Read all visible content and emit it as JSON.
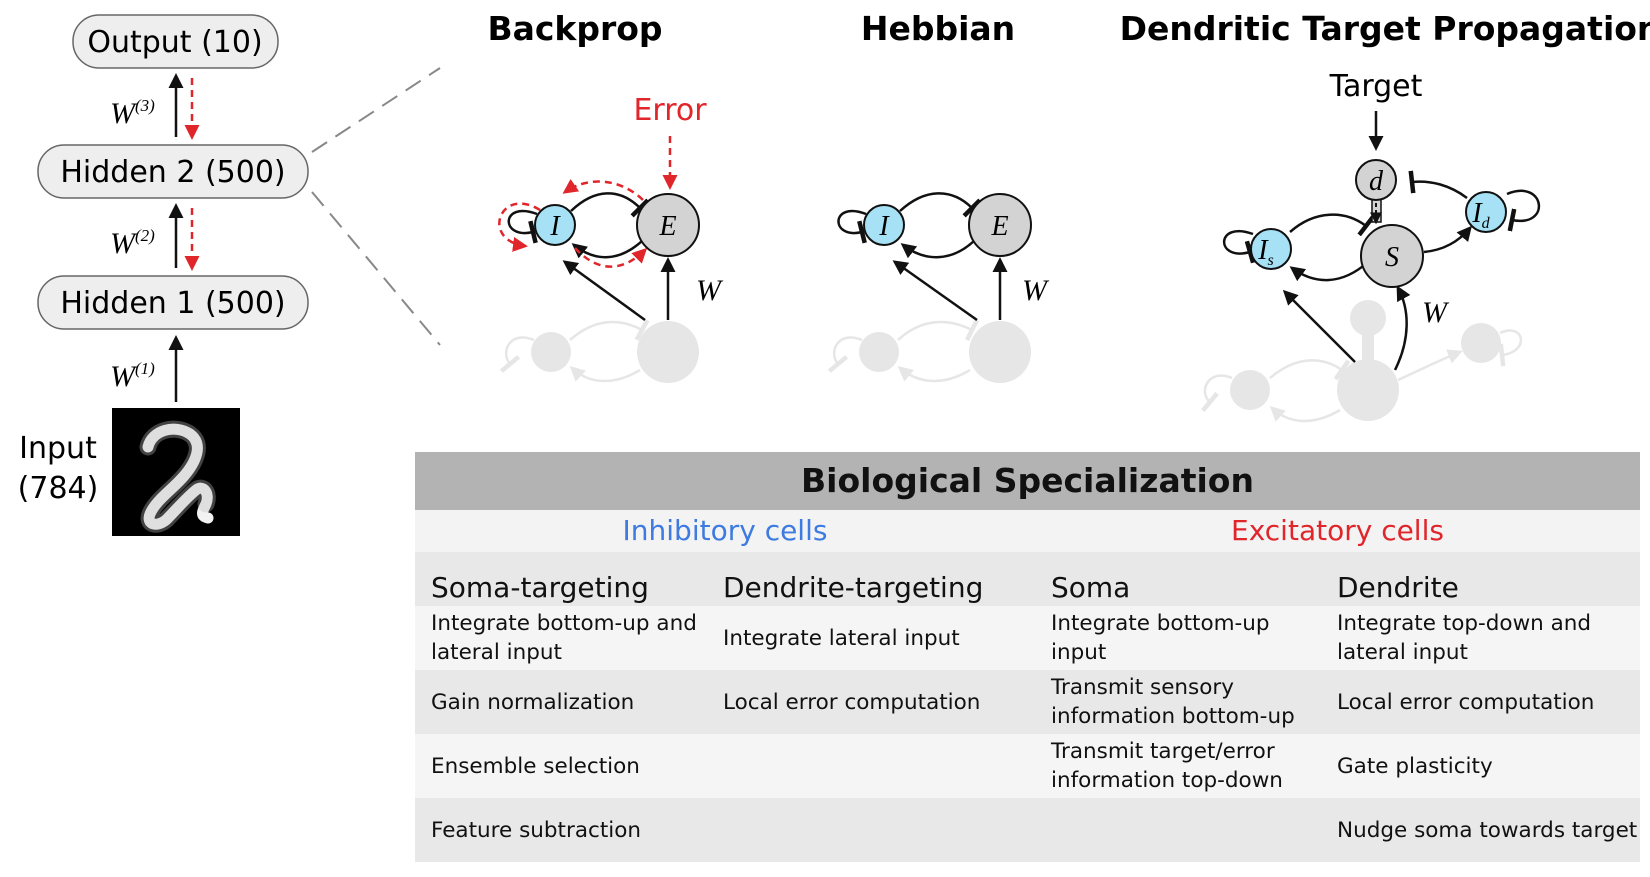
{
  "network": {
    "layers": [
      {
        "id": "output",
        "label": "Output (10)"
      },
      {
        "id": "hidden2",
        "label": "Hidden 2 (500)"
      },
      {
        "id": "hidden1",
        "label": "Hidden 1 (500)"
      }
    ],
    "input_label_line1": "Input",
    "input_label_line2": "(784)",
    "weights": [
      {
        "base": "W",
        "sup": "(3)"
      },
      {
        "base": "W",
        "sup": "(2)"
      },
      {
        "base": "W",
        "sup": "(1)"
      }
    ]
  },
  "panels": {
    "backprop": {
      "title": "Backprop",
      "error_label": "Error",
      "node_i": "I",
      "node_e": "E",
      "weight": "W"
    },
    "hebbian": {
      "title": "Hebbian",
      "node_i": "I",
      "node_e": "E",
      "weight": "W"
    },
    "dtp": {
      "title": "Dendritic Target Propagation",
      "target_label": "Target",
      "node_d": "d",
      "node_s": "S",
      "node_is_base": "I",
      "node_is_sub": "s",
      "node_id_base": "I",
      "node_id_sub": "d",
      "weight": "W"
    }
  },
  "colors": {
    "error": "#e0262b",
    "inhibitory_fill": "#a6e1f5",
    "excitatory_fill": "#d3d3d3",
    "ghost": "#e6e6e6",
    "inhibitory_text": "#3d7be0",
    "excitatory_text": "#e0262b",
    "table_header": "#b3b3b3"
  },
  "table": {
    "title": "Biological Specialization",
    "groups": {
      "inhibitory": "Inhibitory cells",
      "excitatory": "Excitatory cells"
    },
    "columns": [
      "Soma-targeting",
      "Dendrite-targeting",
      "Soma",
      "Dendrite"
    ],
    "rows": [
      [
        "Integrate bottom-up and lateral input",
        "Integrate lateral input",
        "Integrate bottom-up input",
        "Integrate top-down and lateral input"
      ],
      [
        "Gain normalization",
        "Local error computation",
        "Transmit sensory information bottom-up",
        "Local error computation"
      ],
      [
        "Ensemble selection",
        "",
        "Transmit target/error information top-down",
        "Gate plasticity"
      ],
      [
        "Feature subtraction",
        "",
        "",
        "Nudge soma towards target"
      ]
    ]
  }
}
